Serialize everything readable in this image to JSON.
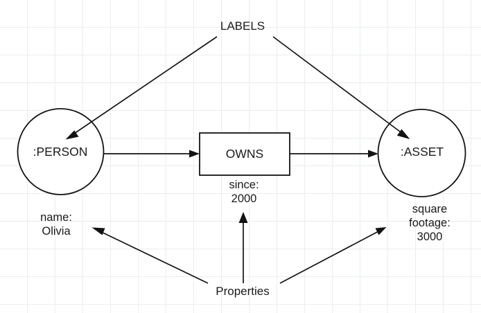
{
  "diagram": {
    "title_text": "LABELS",
    "nodes": [
      {
        "id": "person",
        "shape": "circle",
        "label": ":PERSON"
      },
      {
        "id": "asset",
        "shape": "circle",
        "label": ":ASSET"
      }
    ],
    "relationship": {
      "id": "owns",
      "shape": "rectangle",
      "label": "OWNS",
      "property": "since:\n2000"
    },
    "properties": [
      {
        "id": "person-property",
        "label": "name:\nOlivia"
      },
      {
        "id": "asset-property",
        "label": "square\nfootage:\n3000"
      }
    ],
    "annotations": [
      {
        "id": "labels-annotation",
        "label": "LABELS"
      },
      {
        "id": "properties-annotation",
        "label": "Properties"
      }
    ],
    "colors": {
      "stroke": "#131313",
      "fill": "#ffffff",
      "text": "#1a1a1a",
      "grid": "#e9eef2",
      "background": "#ffffff"
    }
  }
}
